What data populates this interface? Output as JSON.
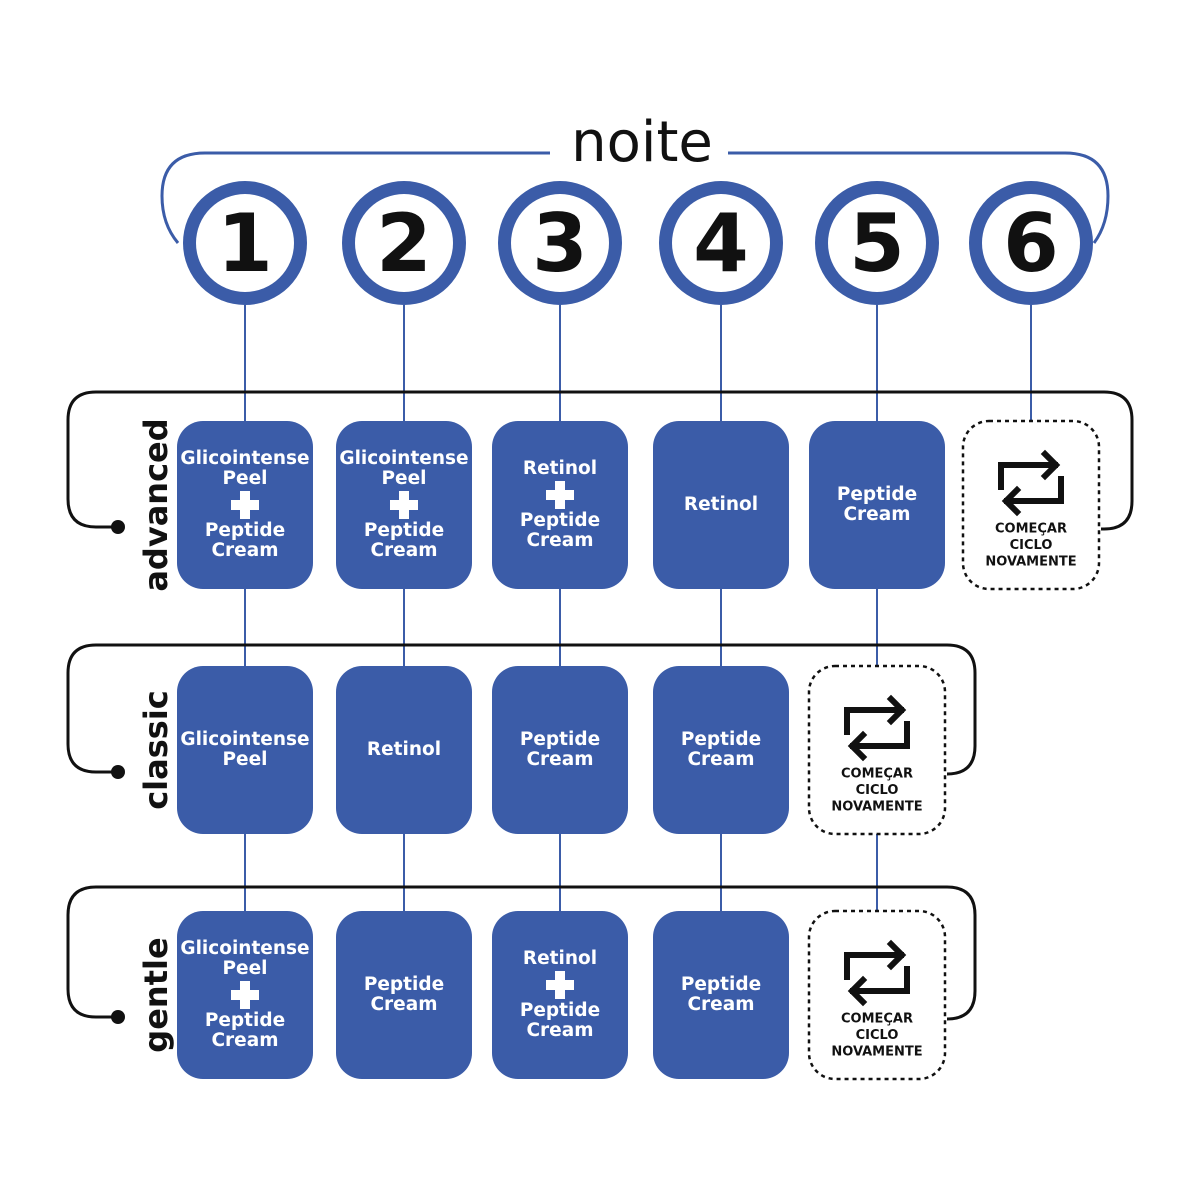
{
  "title": "noite",
  "nights": [
    "1",
    "2",
    "3",
    "4",
    "5",
    "6"
  ],
  "colors": {
    "primary": "#3b5ca8",
    "text_on_primary": "#ffffff",
    "ink": "#111111",
    "background": "#ffffff"
  },
  "restart": {
    "icon": "repeat-icon",
    "lines": [
      "COMEÇAR",
      "CICLO",
      "NOVAMENTE"
    ]
  },
  "rows": [
    {
      "id": "advanced",
      "label": "advanced",
      "cells": [
        {
          "type": "product",
          "lines_a": [
            "Glicointense",
            "Peel"
          ],
          "plus": true,
          "lines_b": [
            "Peptide",
            "Cream"
          ]
        },
        {
          "type": "product",
          "lines_a": [
            "Glicointense",
            "Peel"
          ],
          "plus": true,
          "lines_b": [
            "Peptide",
            "Cream"
          ]
        },
        {
          "type": "product",
          "lines_a": [
            "Retinol"
          ],
          "plus": true,
          "lines_b": [
            "Peptide",
            "Cream"
          ]
        },
        {
          "type": "product",
          "lines_a": [
            "Retinol"
          ],
          "plus": false,
          "lines_b": []
        },
        {
          "type": "product",
          "lines_a": [
            "Peptide",
            "Cream"
          ],
          "plus": false,
          "lines_b": []
        },
        {
          "type": "restart"
        }
      ]
    },
    {
      "id": "classic",
      "label": "classic",
      "cells": [
        {
          "type": "product",
          "lines_a": [
            "Glicointense",
            "Peel"
          ],
          "plus": false,
          "lines_b": []
        },
        {
          "type": "product",
          "lines_a": [
            "Retinol"
          ],
          "plus": false,
          "lines_b": []
        },
        {
          "type": "product",
          "lines_a": [
            "Peptide",
            "Cream"
          ],
          "plus": false,
          "lines_b": []
        },
        {
          "type": "product",
          "lines_a": [
            "Peptide",
            "Cream"
          ],
          "plus": false,
          "lines_b": []
        },
        {
          "type": "restart"
        }
      ]
    },
    {
      "id": "gentle",
      "label": "gentle",
      "cells": [
        {
          "type": "product",
          "lines_a": [
            "Glicointense",
            "Peel"
          ],
          "plus": true,
          "lines_b": [
            "Peptide",
            "Cream"
          ]
        },
        {
          "type": "product",
          "lines_a": [
            "Peptide",
            "Cream"
          ],
          "plus": false,
          "lines_b": []
        },
        {
          "type": "product",
          "lines_a": [
            "Retinol"
          ],
          "plus": true,
          "lines_b": [
            "Peptide",
            "Cream"
          ]
        },
        {
          "type": "product",
          "lines_a": [
            "Peptide",
            "Cream"
          ],
          "plus": false,
          "lines_b": []
        },
        {
          "type": "restart"
        }
      ]
    }
  ]
}
